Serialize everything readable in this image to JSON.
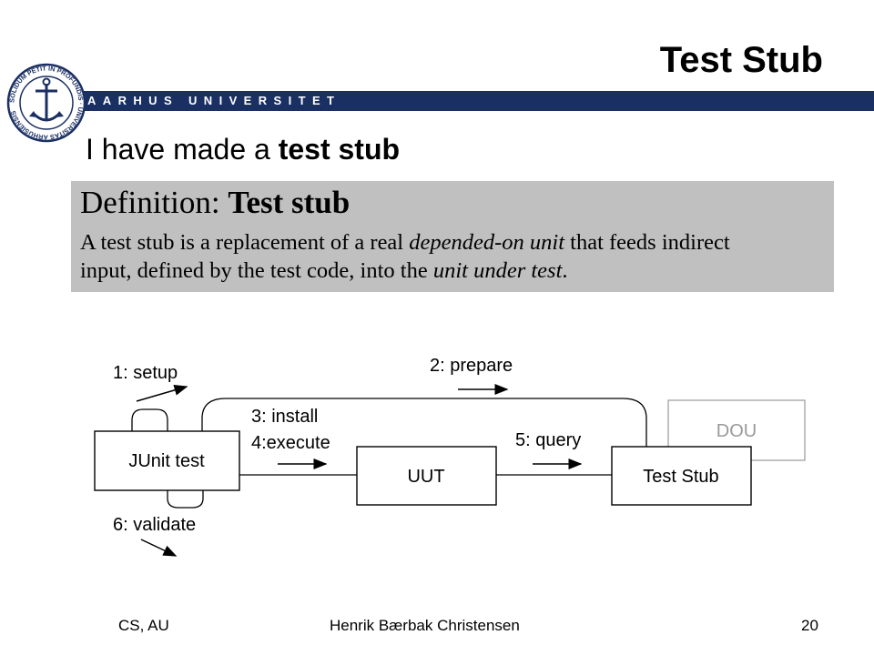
{
  "slide": {
    "title": "Test Stub",
    "university": "AARHUS UNIVERSITET",
    "intro_prefix": "I have made a ",
    "intro_bold": "test stub"
  },
  "logo": {
    "icon": "university-seal-icon",
    "ring_text": "SOLIDUM PETIT IN PROFUNDIS · UNIVERSITAS ARHUSIENSIS"
  },
  "definition": {
    "head_prefix": "Definition: ",
    "head_bold": "Test stub",
    "line1_prefix": "A test stub is a replacement of a real ",
    "line1_italic": "depended-on unit",
    "line1_suffix": " that feeds indirect",
    "line2_prefix": "input, defined by the test code, into the ",
    "line2_italic": "unit under test",
    "line2_suffix": "."
  },
  "diagram": {
    "boxes": {
      "junit": "JUnit test",
      "uut": "UUT",
      "stub": "Test Stub",
      "dou": "DOU"
    },
    "labels": {
      "setup": "1: setup",
      "prepare": "2: prepare",
      "install": "3: install",
      "execute": "4:execute",
      "query": "5: query",
      "validate": "6: validate"
    }
  },
  "footer": {
    "left": "CS, AU",
    "center": "Henrik Bærbak Christensen",
    "page": "20"
  },
  "colors": {
    "band": "#1a2f62",
    "definition_bg": "#c0c0c0",
    "dou_gray": "#999999"
  }
}
